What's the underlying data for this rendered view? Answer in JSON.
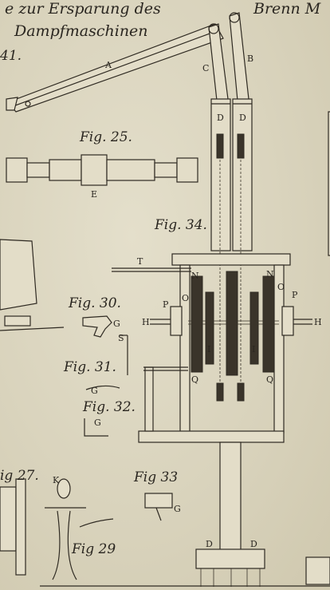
{
  "header": {
    "line1_left": "e zur Ersparung des",
    "line1_right": "Brenn M",
    "line2": "Dampfmaschinen"
  },
  "figures": {
    "fig_num_top": "41.",
    "fig25": "Fig. 25.",
    "fig34": "Fig. 34.",
    "fig30": "Fig. 30.",
    "fig31": "Fig. 31.",
    "fig32": "Fig. 32.",
    "fig_left": "ig 27.",
    "fig33": "Fig 33",
    "fig29": "Fig 29"
  },
  "letters": {
    "A": "A",
    "B": "B",
    "C": "C",
    "D": "D",
    "E": "E",
    "T": "T",
    "N": "N",
    "O": "O",
    "P": "P",
    "H": "H",
    "I": "I",
    "Q": "Q",
    "G": "G",
    "S": "S",
    "K": "K"
  }
}
